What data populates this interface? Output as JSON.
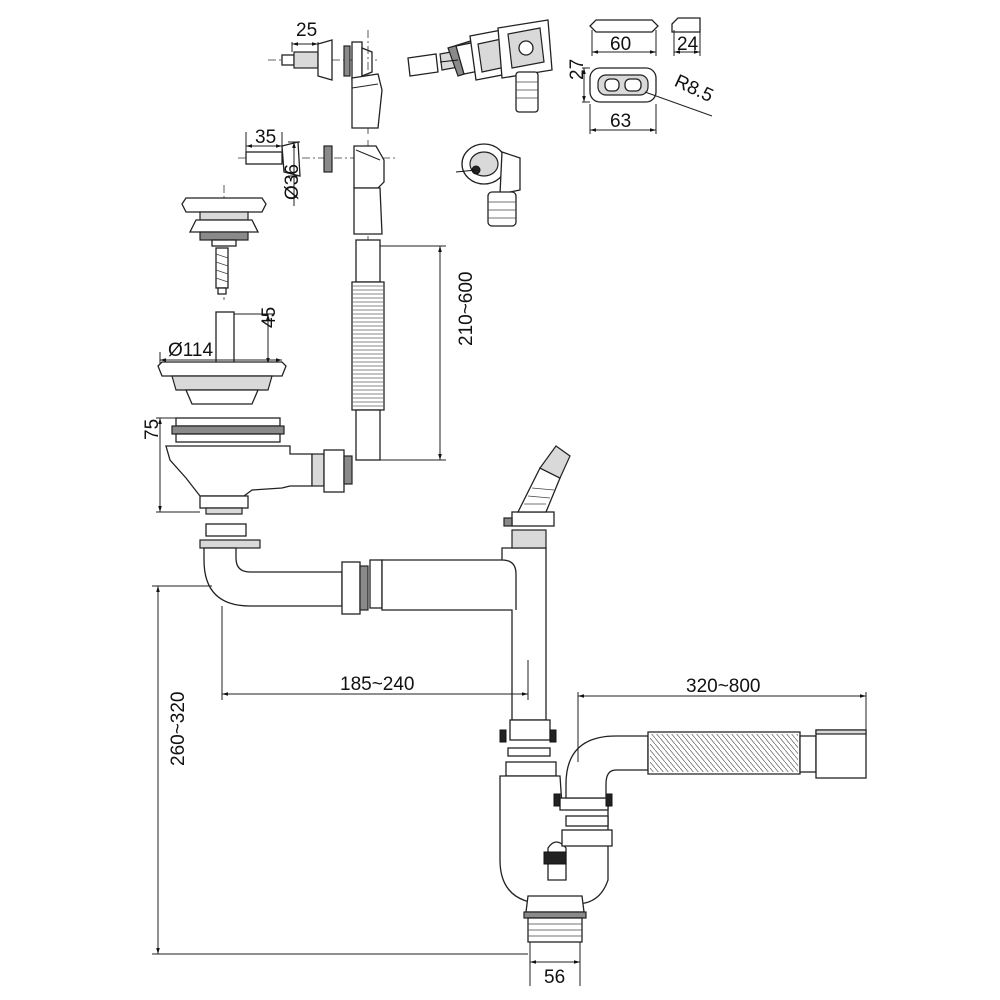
{
  "dimensions": {
    "d25": "25",
    "d60": "60",
    "d24": "24",
    "d27": "27",
    "r85": "R8.5",
    "d63": "63",
    "d35": "35",
    "d36": "Ø36",
    "d45": "45",
    "d114": "Ø114",
    "d210_600": "210~600",
    "d75": "75",
    "d185_240": "185~240",
    "d320_800": "320~800",
    "d260_320": "260~320",
    "d56": "56"
  }
}
